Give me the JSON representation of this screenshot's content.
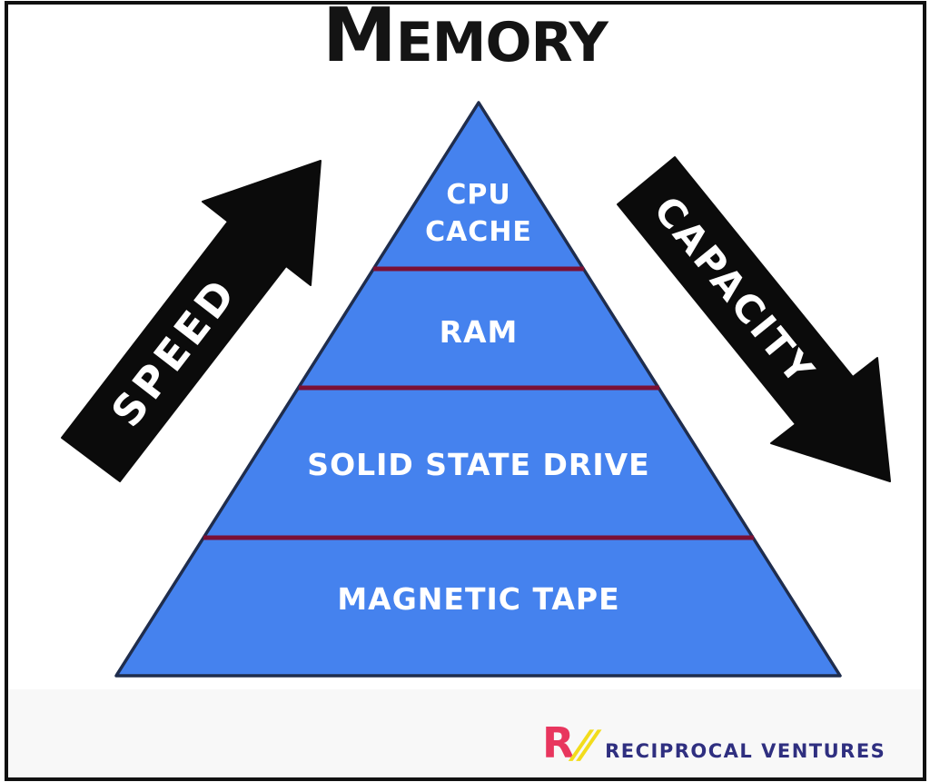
{
  "title": "MEMORY",
  "pyramid": {
    "levels": [
      {
        "name": "cpu-cache",
        "lines": [
          "CPU",
          "CACHE"
        ]
      },
      {
        "name": "ram",
        "lines": [
          "RAM"
        ]
      },
      {
        "name": "solid-state-drive",
        "lines": [
          "SOLID STATE DRIVE"
        ]
      },
      {
        "name": "magnetic-tape",
        "lines": [
          "MAGNETIC TAPE"
        ]
      }
    ],
    "fill_color": "#4582EE",
    "outline_color": "#1F2D4D",
    "divider_color": "#7A1035",
    "label_color": "#FFFFFF"
  },
  "arrows": {
    "speed": {
      "label": "SPEED",
      "direction": "up-right"
    },
    "capacity": {
      "label": "CAPACITY",
      "direction": "down-right"
    },
    "fill_color": "#0B0B0B",
    "label_color": "#FFFFFF"
  },
  "logo": {
    "mark": "R",
    "slashes": "//",
    "name": "RECIPROCAL VENTURES",
    "mark_color": "#E8365E",
    "slash_color": "#F2DC1C",
    "name_color": "#2F2F80"
  }
}
